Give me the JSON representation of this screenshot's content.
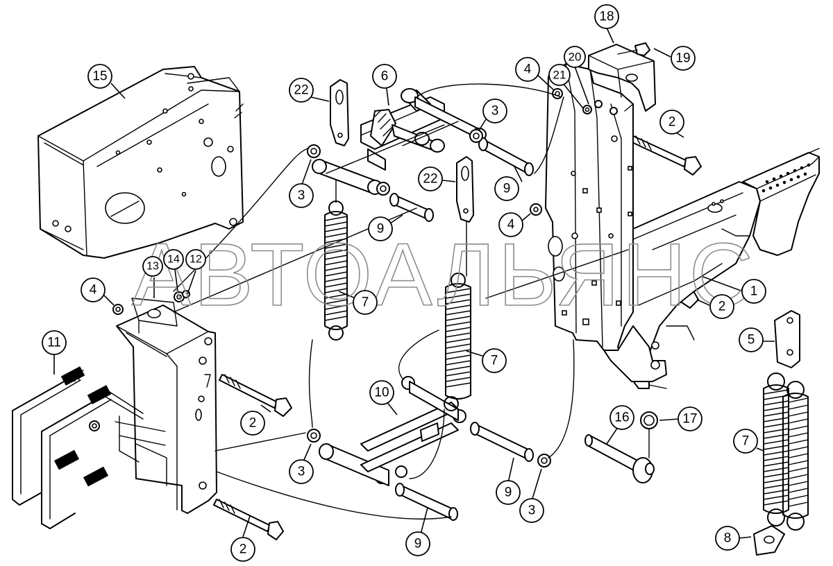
{
  "watermark": "АВТОАЛЬЯНС",
  "callouts": [
    {
      "label": "1",
      "part": "main-frame"
    },
    {
      "label": "2",
      "part": "bolt"
    },
    {
      "label": "2",
      "part": "bolt"
    },
    {
      "label": "2",
      "part": "bolt"
    },
    {
      "label": "2",
      "part": "bolt"
    },
    {
      "label": "3",
      "part": "bushing"
    },
    {
      "label": "3",
      "part": "bushing"
    },
    {
      "label": "3",
      "part": "bushing"
    },
    {
      "label": "3",
      "part": "bushing"
    },
    {
      "label": "4",
      "part": "nut"
    },
    {
      "label": "4",
      "part": "nut"
    },
    {
      "label": "4",
      "part": "nut"
    },
    {
      "label": "5",
      "part": "spring-bracket"
    },
    {
      "label": "6",
      "part": "upper-link"
    },
    {
      "label": "7",
      "part": "spring"
    },
    {
      "label": "7",
      "part": "spring"
    },
    {
      "label": "7",
      "part": "spring"
    },
    {
      "label": "8",
      "part": "spring-anchor"
    },
    {
      "label": "9",
      "part": "sleeve"
    },
    {
      "label": "9",
      "part": "sleeve"
    },
    {
      "label": "9",
      "part": "sleeve"
    },
    {
      "label": "9",
      "part": "sleeve"
    },
    {
      "label": "10",
      "part": "lower-link"
    },
    {
      "label": "11",
      "part": "u-bolt"
    },
    {
      "label": "12",
      "part": "nut"
    },
    {
      "label": "13",
      "part": "mounting-bracket"
    },
    {
      "label": "14",
      "part": "washer"
    },
    {
      "label": "15",
      "part": "rear-bracket"
    },
    {
      "label": "16",
      "part": "pin"
    },
    {
      "label": "17",
      "part": "lynch-pin"
    },
    {
      "label": "18",
      "part": "top-bracket"
    },
    {
      "label": "19",
      "part": "bolt"
    },
    {
      "label": "20",
      "part": "washer"
    },
    {
      "label": "21",
      "part": "nut"
    },
    {
      "label": "22",
      "part": "spring-hook-plate"
    },
    {
      "label": "22",
      "part": "spring-hook-plate"
    }
  ]
}
